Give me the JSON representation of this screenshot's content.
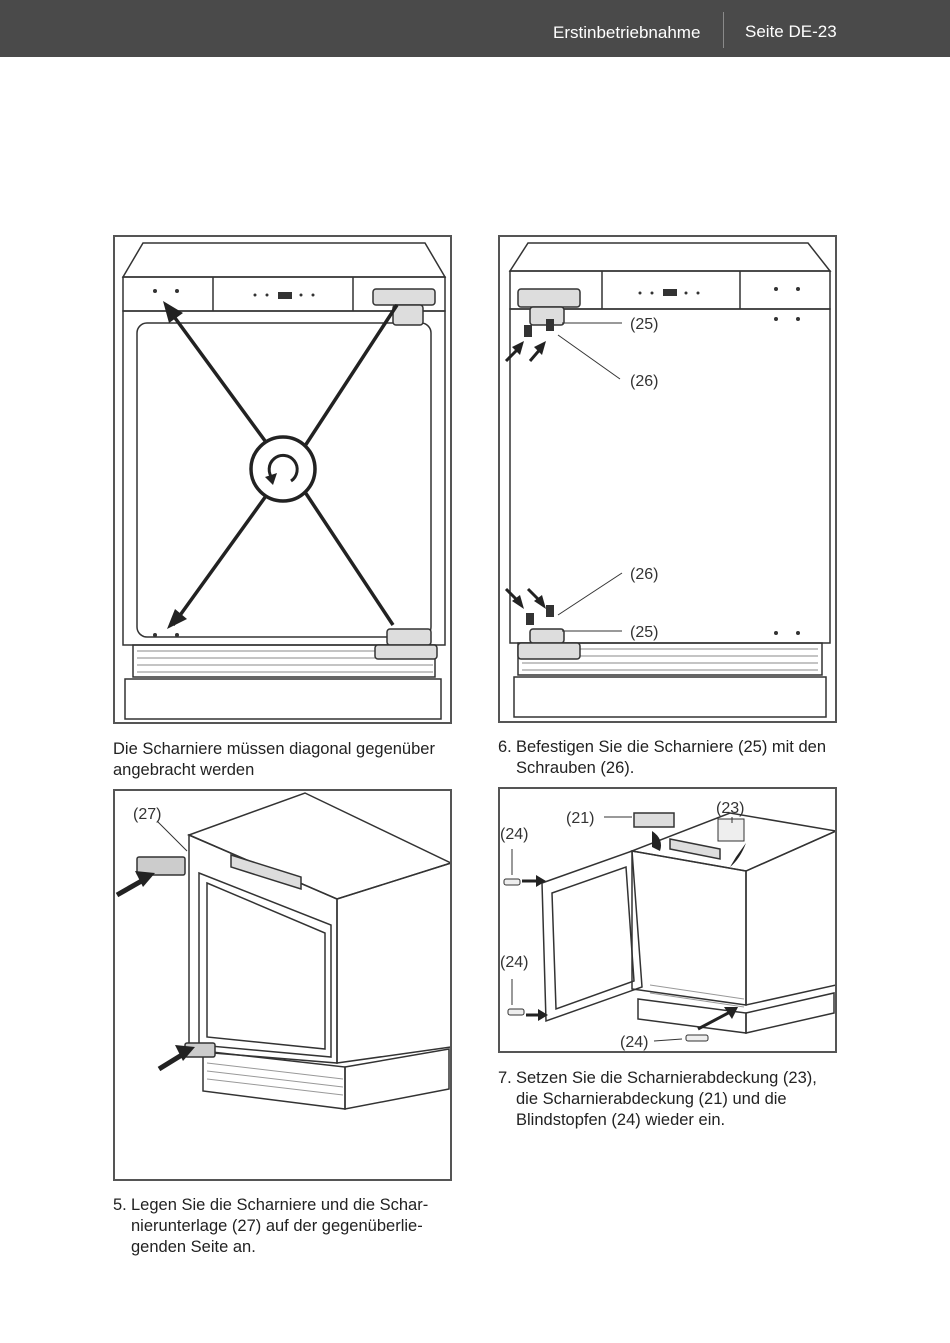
{
  "header": {
    "section": "Erstinbetriebnahme",
    "page": "Seite DE-23",
    "background": "#4a4a4a"
  },
  "figures": {
    "fig1": {},
    "fig2": {
      "labels": [
        "(25)",
        "(26)",
        "(26)",
        "(25)"
      ]
    },
    "fig3": {
      "labels": [
        "(27)"
      ]
    },
    "fig4": {
      "labels": [
        "(21)",
        "(23)",
        "(24)",
        "(24)",
        "(24)"
      ]
    }
  },
  "captions": {
    "fig1": [
      "Die Scharniere müssen diagonal gegenüber",
      "angebracht werden"
    ],
    "step6": {
      "number": "6.",
      "lines": [
        "Befestigen Sie die Scharniere (25) mit den",
        "Schrauben (26)."
      ]
    },
    "step5": {
      "number": "5.",
      "lines": [
        "Legen Sie die Scharniere und die Schar-",
        "nierunterlage (27) auf der gegenüberlie-",
        "genden Seite an."
      ]
    },
    "step7": {
      "number": "7.",
      "lines": [
        "Setzen Sie die Scharnierabdeckung (23),",
        "die Scharnierabdeckung (21) und die",
        "Blindstopfen (24) wieder ein."
      ]
    }
  }
}
